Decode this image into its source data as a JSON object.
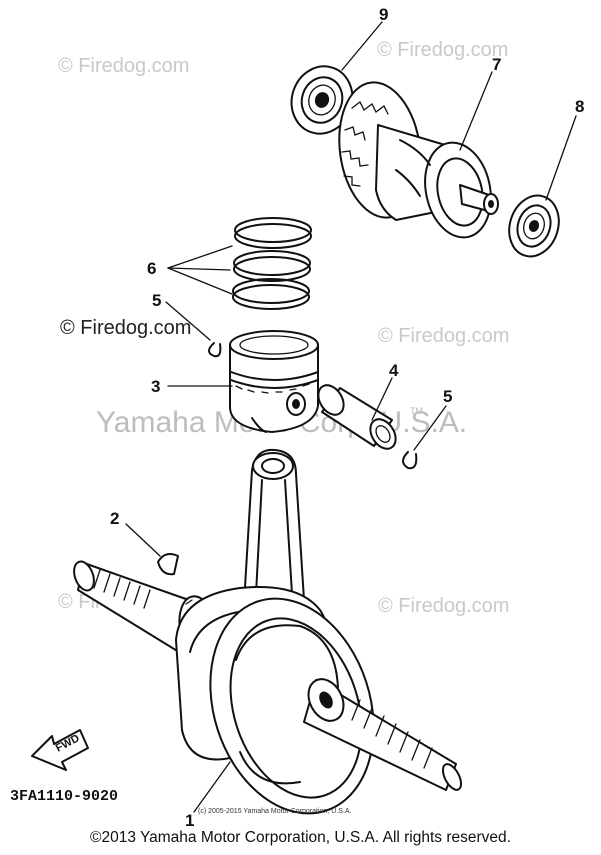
{
  "diagram": {
    "callouts": [
      {
        "id": "1",
        "label": "1"
      },
      {
        "id": "2",
        "label": "2"
      },
      {
        "id": "3",
        "label": "3"
      },
      {
        "id": "4",
        "label": "4"
      },
      {
        "id": "5a",
        "label": "5"
      },
      {
        "id": "5b",
        "label": "5"
      },
      {
        "id": "6",
        "label": "6"
      },
      {
        "id": "7",
        "label": "7"
      },
      {
        "id": "8",
        "label": "8"
      },
      {
        "id": "9",
        "label": "9"
      }
    ],
    "watermarks": {
      "firedog": "© Firedog.com",
      "yamaha": "Yamaha Motor Corp. U.S.A.",
      "tm": "TM"
    },
    "part_code": "3FA1110-9020",
    "fwd_label": "FWD",
    "diagram_copyright": "(c) 2005-2015 Yamaha Motor Corporation, U.S.A.",
    "colors": {
      "line": "#111111",
      "watermark": "#c9c9c9",
      "background": "#ffffff"
    }
  },
  "footer": {
    "copyright": "©2013 Yamaha Motor Corporation, U.S.A. All rights reserved."
  }
}
